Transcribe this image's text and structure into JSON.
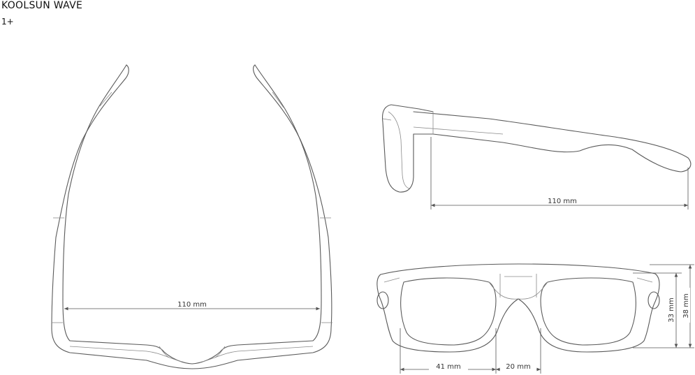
{
  "header": {
    "title": "KOOLSUN WAVE",
    "subtitle": "1+"
  },
  "dimensions": {
    "top_view_width": "110 mm",
    "side_view_length": "110 mm",
    "lens_width": "41 mm",
    "bridge_width": "20 mm",
    "lens_height": "33 mm",
    "frame_height": "38 mm"
  }
}
